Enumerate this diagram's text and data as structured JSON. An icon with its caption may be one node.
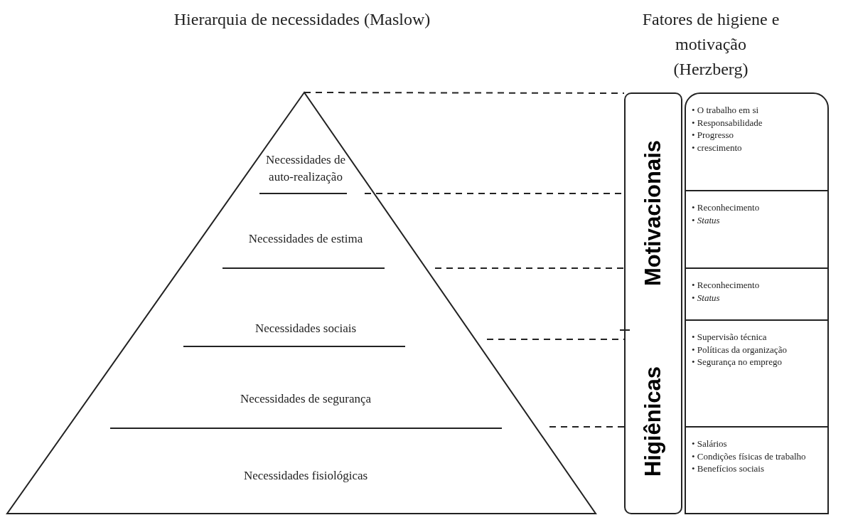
{
  "diagram": {
    "nodes": [
      {
        "text": [
          "Necessidades de auto-realização"
        ]
      },
      {
        "text": [
          "Necessidades de estima"
        ]
      },
      {
        "text": [
          "Necessidades sociais"
        ]
      },
      {
        "text": [
          "Necessidades de segurança"
        ]
      },
      {
        "text": [
          "Necessidades fisiológicas"
        ]
      },
      {
        "text": [
          "Motivacionais"
        ]
      },
      {
        "text": [
          "Higiênicas"
        ]
      },
      {
        "text": [
          "• O trabalho em si",
          "• Responsabilidade",
          "• Progresso",
          "• crescimento"
        ]
      },
      {
        "text": [
          "• Reconhecimento",
          "• *Status*"
        ]
      },
      {
        "text": [
          "• Reconhecimento",
          "• *Status*"
        ]
      },
      {
        "text": [
          "• Supervisão técnica",
          "• Políticas da organização",
          "• Segurança no emprego"
        ]
      },
      {
        "text": [
          "• Salários",
          "• Condições físicas de trabalho",
          "• Benefícios sociais"
        ]
      }
    ],
    "edges": [
      {
        "from": null,
        "to": 5,
        "arrow": "none",
        "style": "dashed"
      },
      {
        "from": null,
        "to": 5,
        "arrow": "none",
        "style": "dashed"
      },
      {
        "from": null,
        "to": 5,
        "arrow": "none",
        "style": "dashed"
      },
      {
        "from": null,
        "to": 6,
        "arrow": "none",
        "style": "dashed"
      },
      {
        "from": null,
        "to": 6,
        "arrow": "none",
        "style": "dashed"
      }
    ],
    "labels": [
      "Hierarquia de necessidades (Maslow)",
      "Fatores de higiene e motivação (Herzberg)"
    ]
  }
}
